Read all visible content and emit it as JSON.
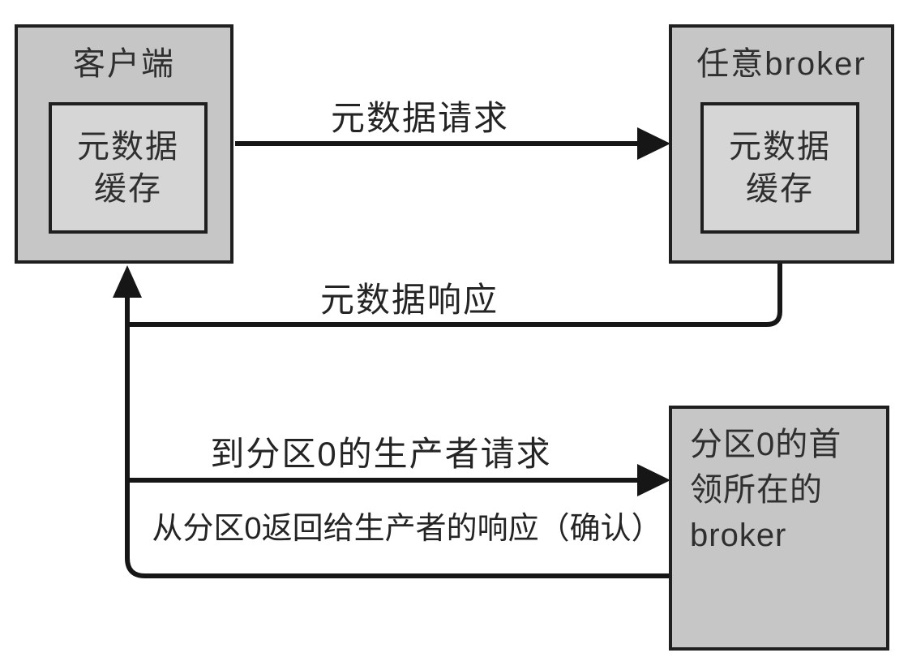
{
  "diagram": {
    "boxes": {
      "client": {
        "title": "客户端",
        "cache_label": "元数据\n缓存"
      },
      "any_broker": {
        "title": "任意broker",
        "cache_label": "元数据\n缓存"
      },
      "partition_leader": {
        "label": "分区0的首\n领所在的\nbroker"
      }
    },
    "arrows": {
      "metadata_request": "元数据请求",
      "metadata_response": "元数据响应",
      "produce_request": "到分区0的生产者请求",
      "produce_response": "从分区0返回给生产者的响应（确认）"
    },
    "colors": {
      "background": "#ffffff",
      "box_fill": "#c6c6c6",
      "inner_box_fill": "#d6d6d6",
      "border": "#1f1f1f",
      "line": "#161616",
      "text": "#2f2f2f"
    }
  }
}
